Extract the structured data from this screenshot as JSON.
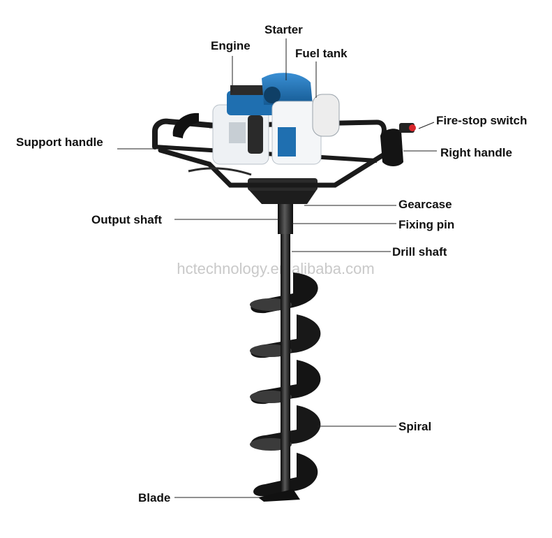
{
  "labels": {
    "starter": "Starter",
    "engine": "Engine",
    "fuel_tank": "Fuel tank",
    "fire_stop_switch": "Fire-stop switch",
    "support_handle": "Support handle",
    "right_handle": "Right handle",
    "gearcase": "Gearcase",
    "output_shaft": "Output shaft",
    "fixing_pin": "Fixing pin",
    "drill_shaft": "Drill shaft",
    "spiral": "Spiral",
    "blade": "Blade"
  },
  "watermark": "hctechnology.en.alibaba.com",
  "colors": {
    "engine_blue": "#1f6fb0",
    "frame_black": "#1a1a1a",
    "housing_white": "#eef1f4",
    "switch_red": "#d8262b"
  }
}
